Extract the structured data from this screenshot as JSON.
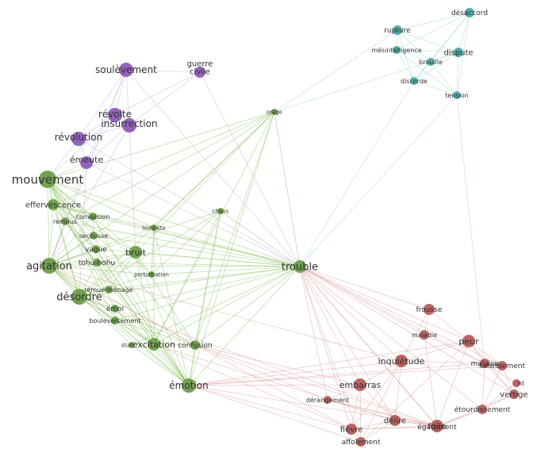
{
  "colors": {
    "purple": "#8e5bb8",
    "teal": "#4aa9a8",
    "green": "#6c9d4a",
    "red": "#b85c5c",
    "edge_purple": "#c9b4dd",
    "edge_teal": "#a7d7d6",
    "edge_green": "#8fc267",
    "edge_red": "#e0a7a7"
  },
  "nodes": [
    {
      "id": "soulevement",
      "label": "soulèvement",
      "group": "purple",
      "r": 9,
      "ls": 12
    },
    {
      "id": "guerre_civile",
      "label": "guerre\ncivile",
      "group": "purple",
      "r": 7,
      "ls": 10
    },
    {
      "id": "revolte",
      "label": "révolte",
      "group": "purple",
      "r": 9,
      "ls": 12
    },
    {
      "id": "insurrection",
      "label": "insurrection",
      "group": "purple",
      "r": 9,
      "ls": 12
    },
    {
      "id": "revolution",
      "label": "révolution",
      "group": "purple",
      "r": 9,
      "ls": 12
    },
    {
      "id": "emeute",
      "label": "émeute",
      "group": "purple",
      "r": 8,
      "ls": 11
    },
    {
      "id": "desaccord",
      "label": "désaccord",
      "group": "teal",
      "r": 6,
      "ls": 9
    },
    {
      "id": "rupture",
      "label": "rupture",
      "group": "teal",
      "r": 6,
      "ls": 9
    },
    {
      "id": "mesintelligence",
      "label": "mésintelligence",
      "group": "teal",
      "r": 5,
      "ls": 8
    },
    {
      "id": "dispute",
      "label": "dispute",
      "group": "teal",
      "r": 6,
      "ls": 10
    },
    {
      "id": "brouille",
      "label": "brouille",
      "group": "teal",
      "r": 5,
      "ls": 8
    },
    {
      "id": "discorde",
      "label": "discorde",
      "group": "teal",
      "r": 5,
      "ls": 8
    },
    {
      "id": "tension",
      "label": "tension",
      "group": "teal",
      "r": 5,
      "ls": 8
    },
    {
      "id": "orage",
      "label": "orage",
      "group": "green",
      "r": 4,
      "ls": 7
    },
    {
      "id": "mouvement",
      "label": "mouvement",
      "group": "green",
      "r": 11,
      "ls": 15
    },
    {
      "id": "effervescence",
      "label": "effervescence",
      "group": "green",
      "r": 7,
      "ls": 10
    },
    {
      "id": "remous",
      "label": "remous",
      "group": "green",
      "r": 5,
      "ls": 8
    },
    {
      "id": "convulsion",
      "label": "convulsion",
      "group": "green",
      "r": 5,
      "ls": 8
    },
    {
      "id": "chaos",
      "label": "chaos",
      "group": "green",
      "r": 4,
      "ls": 7
    },
    {
      "id": "tempete",
      "label": "tempête",
      "group": "green",
      "r": 4,
      "ls": 7
    },
    {
      "id": "secousse",
      "label": "secousse",
      "group": "green",
      "r": 5,
      "ls": 8
    },
    {
      "id": "vague",
      "label": "vague",
      "group": "green",
      "r": 5,
      "ls": 9
    },
    {
      "id": "bruit",
      "label": "bruit",
      "group": "green",
      "r": 8,
      "ls": 11
    },
    {
      "id": "tohu_bohu",
      "label": "tohu-bohu",
      "group": "green",
      "r": 5,
      "ls": 9
    },
    {
      "id": "agitation",
      "label": "agitation",
      "group": "green",
      "r": 10,
      "ls": 13
    },
    {
      "id": "trouble",
      "label": "trouble",
      "group": "green",
      "r": 8,
      "ls": 13
    },
    {
      "id": "perturbation",
      "label": "perturbation",
      "group": "green",
      "r": 4,
      "ls": 7
    },
    {
      "id": "remue_menage",
      "label": "remue-ménage",
      "group": "green",
      "r": 5,
      "ls": 8
    },
    {
      "id": "desordre",
      "label": "désordre",
      "group": "green",
      "r": 10,
      "ls": 13
    },
    {
      "id": "emoi",
      "label": "émoi",
      "group": "green",
      "r": 5,
      "ls": 9
    },
    {
      "id": "bouleversement",
      "label": "bouleversement",
      "group": "green",
      "r": 5,
      "ls": 8
    },
    {
      "id": "etat",
      "label": "état",
      "group": "green",
      "r": 4,
      "ls": 7
    },
    {
      "id": "excitation",
      "label": "excitation",
      "group": "green",
      "r": 8,
      "ls": 11
    },
    {
      "id": "confusion",
      "label": "confusion",
      "group": "green",
      "r": 6,
      "ls": 9
    },
    {
      "id": "emotion",
      "label": "émotion",
      "group": "green",
      "r": 9,
      "ls": 12
    },
    {
      "id": "frousse",
      "label": "frousse",
      "group": "red",
      "r": 7,
      "ls": 9
    },
    {
      "id": "maladie",
      "label": "maladie",
      "group": "red",
      "r": 6,
      "ls": 8
    },
    {
      "id": "peur",
      "label": "peur",
      "group": "red",
      "r": 8,
      "ls": 11
    },
    {
      "id": "inquietude",
      "label": "inquiétude",
      "group": "red",
      "r": 8,
      "ls": 11
    },
    {
      "id": "malaise",
      "label": "malaise",
      "group": "red",
      "r": 6,
      "ls": 9
    },
    {
      "id": "saisissement",
      "label": "saisissement",
      "group": "red",
      "r": 6,
      "ls": 9
    },
    {
      "id": "ht",
      "label": "ht",
      "group": "red",
      "r": 5,
      "ls": 8
    },
    {
      "id": "vertige",
      "label": "vertige",
      "group": "red",
      "r": 6,
      "ls": 10
    },
    {
      "id": "embarras",
      "label": "embarras",
      "group": "red",
      "r": 8,
      "ls": 11
    },
    {
      "id": "derangement",
      "label": "dérangement",
      "group": "red",
      "r": 5,
      "ls": 8
    },
    {
      "id": "etourdissement",
      "label": "étourdissement",
      "group": "red",
      "r": 6,
      "ls": 9
    },
    {
      "id": "delire",
      "label": "délire",
      "group": "red",
      "r": 7,
      "ls": 10
    },
    {
      "id": "folie",
      "label": "folie",
      "group": "red",
      "r": 8,
      "ls": 11
    },
    {
      "id": "egarement",
      "label": "égarement",
      "group": "red",
      "r": 6,
      "ls": 9
    },
    {
      "id": "fievre",
      "label": "fièvre",
      "group": "red",
      "r": 7,
      "ls": 10
    },
    {
      "id": "affolement",
      "label": "affolement",
      "group": "red",
      "r": 6,
      "ls": 9
    }
  ],
  "edges": [
    [
      "soulevement",
      "guerre_civile"
    ],
    [
      "soulevement",
      "revolte"
    ],
    [
      "soulevement",
      "insurrection"
    ],
    [
      "soulevement",
      "revolution"
    ],
    [
      "soulevement",
      "emeute"
    ],
    [
      "revolte",
      "insurrection"
    ],
    [
      "revolte",
      "revolution"
    ],
    [
      "revolte",
      "emeute"
    ],
    [
      "insurrection",
      "revolution"
    ],
    [
      "insurrection",
      "emeute"
    ],
    [
      "revolution",
      "emeute"
    ],
    [
      "guerre_civile",
      "trouble"
    ],
    [
      "guerre_civile",
      "revolte"
    ],
    [
      "guerre_civile",
      "insurrection"
    ],
    [
      "soulevement",
      "agitation"
    ],
    [
      "soulevement",
      "trouble"
    ],
    [
      "revolte",
      "mouvement"
    ],
    [
      "insurrection",
      "agitation"
    ],
    [
      "revolution",
      "mouvement"
    ],
    [
      "revolution",
      "trouble"
    ],
    [
      "emeute",
      "agitation"
    ],
    [
      "emeute",
      "mouvement"
    ],
    [
      "emeute",
      "trouble"
    ],
    [
      "emeute",
      "desordre"
    ],
    [
      "insurrection",
      "bruit"
    ],
    [
      "desaccord",
      "rupture"
    ],
    [
      "desaccord",
      "dispute"
    ],
    [
      "desaccord",
      "brouille"
    ],
    [
      "desaccord",
      "discorde"
    ],
    [
      "desaccord",
      "mesintelligence"
    ],
    [
      "desaccord",
      "tension"
    ],
    [
      "rupture",
      "mesintelligence"
    ],
    [
      "rupture",
      "dispute"
    ],
    [
      "rupture",
      "brouille"
    ],
    [
      "rupture",
      "discorde"
    ],
    [
      "mesintelligence",
      "dispute"
    ],
    [
      "mesintelligence",
      "brouille"
    ],
    [
      "mesintelligence",
      "discorde"
    ],
    [
      "mesintelligence",
      "tension"
    ],
    [
      "dispute",
      "brouille"
    ],
    [
      "dispute",
      "discorde"
    ],
    [
      "dispute",
      "tension"
    ],
    [
      "brouille",
      "discorde"
    ],
    [
      "brouille",
      "tension"
    ],
    [
      "discorde",
      "tension"
    ],
    [
      "orage",
      "dispute"
    ],
    [
      "orage",
      "rupture"
    ],
    [
      "trouble",
      "discorde"
    ],
    [
      "trouble",
      "tension"
    ],
    [
      "tension",
      "malaise"
    ],
    [
      "orage",
      "mouvement"
    ],
    [
      "orage",
      "agitation"
    ],
    [
      "orage",
      "desordre"
    ],
    [
      "orage",
      "effervescence"
    ],
    [
      "orage",
      "trouble"
    ],
    [
      "orage",
      "tempete"
    ],
    [
      "orage",
      "excitation"
    ],
    [
      "orage",
      "bruit"
    ],
    [
      "orage",
      "emotion"
    ],
    [
      "orage",
      "remous"
    ],
    [
      "orage",
      "confusion"
    ],
    [
      "trouble",
      "mouvement"
    ],
    [
      "trouble",
      "agitation"
    ],
    [
      "trouble",
      "desordre"
    ],
    [
      "trouble",
      "effervescence"
    ],
    [
      "trouble",
      "remous"
    ],
    [
      "trouble",
      "convulsion"
    ],
    [
      "trouble",
      "secousse"
    ],
    [
      "trouble",
      "vague"
    ],
    [
      "trouble",
      "bruit"
    ],
    [
      "trouble",
      "tohu_bohu"
    ],
    [
      "trouble",
      "perturbation"
    ],
    [
      "trouble",
      "remue_menage"
    ],
    [
      "trouble",
      "emoi"
    ],
    [
      "trouble",
      "bouleversement"
    ],
    [
      "trouble",
      "excitation"
    ],
    [
      "trouble",
      "confusion"
    ],
    [
      "trouble",
      "emotion"
    ],
    [
      "trouble",
      "chaos"
    ],
    [
      "trouble",
      "tempete"
    ],
    [
      "trouble",
      "etat"
    ],
    [
      "mouvement",
      "agitation"
    ],
    [
      "mouvement",
      "effervescence"
    ],
    [
      "mouvement",
      "remous"
    ],
    [
      "mouvement",
      "convulsion"
    ],
    [
      "mouvement",
      "secousse"
    ],
    [
      "mouvement",
      "vague"
    ],
    [
      "mouvement",
      "bruit"
    ],
    [
      "mouvement",
      "desordre"
    ],
    [
      "mouvement",
      "emoi"
    ],
    [
      "mouvement",
      "emotion"
    ],
    [
      "mouvement",
      "excitation"
    ],
    [
      "mouvement",
      "tempete"
    ],
    [
      "mouvement",
      "perturbation"
    ],
    [
      "mouvement",
      "remue_menage"
    ],
    [
      "mouvement",
      "bouleversement"
    ],
    [
      "mouvement",
      "confusion"
    ],
    [
      "agitation",
      "effervescence"
    ],
    [
      "agitation",
      "remous"
    ],
    [
      "agitation",
      "secousse"
    ],
    [
      "agitation",
      "vague"
    ],
    [
      "agitation",
      "bruit"
    ],
    [
      "agitation",
      "tohu_bohu"
    ],
    [
      "agitation",
      "desordre"
    ],
    [
      "agitation",
      "emoi"
    ],
    [
      "agitation",
      "emotion"
    ],
    [
      "agitation",
      "excitation"
    ],
    [
      "agitation",
      "remue_menage"
    ],
    [
      "agitation",
      "bouleversement"
    ],
    [
      "agitation",
      "confusion"
    ],
    [
      "agitation",
      "tempete"
    ],
    [
      "agitation",
      "convulsion"
    ],
    [
      "agitation",
      "perturbation"
    ],
    [
      "agitation",
      "etat"
    ],
    [
      "agitation",
      "chaos"
    ],
    [
      "desordre",
      "effervescence"
    ],
    [
      "desordre",
      "bruit"
    ],
    [
      "desordre",
      "tohu_bohu"
    ],
    [
      "desordre",
      "emoi"
    ],
    [
      "desordre",
      "emotion"
    ],
    [
      "desordre",
      "excitation"
    ],
    [
      "desordre",
      "confusion"
    ],
    [
      "desordre",
      "chaos"
    ],
    [
      "desordre",
      "remue_menage"
    ],
    [
      "desordre",
      "bouleversement"
    ],
    [
      "desordre",
      "perturbation"
    ],
    [
      "effervescence",
      "excitation"
    ],
    [
      "effervescence",
      "emotion"
    ],
    [
      "effervescence",
      "bruit"
    ],
    [
      "effervescence",
      "tempete"
    ],
    [
      "effervescence",
      "convulsion"
    ],
    [
      "emotion",
      "emoi"
    ],
    [
      "emotion",
      "excitation"
    ],
    [
      "emotion",
      "bouleversement"
    ],
    [
      "emotion",
      "secousse"
    ],
    [
      "emotion",
      "tempete"
    ],
    [
      "emotion",
      "chaos"
    ],
    [
      "emotion",
      "confusion"
    ],
    [
      "emotion",
      "convulsion"
    ],
    [
      "emotion",
      "remous"
    ],
    [
      "emotion",
      "vague"
    ],
    [
      "emotion",
      "bruit"
    ],
    [
      "emotion",
      "etat"
    ],
    [
      "excitation",
      "emoi"
    ],
    [
      "excitation",
      "bouleversement"
    ],
    [
      "excitation",
      "confusion"
    ],
    [
      "excitation",
      "bruit"
    ],
    [
      "excitation",
      "chaos"
    ],
    [
      "excitation",
      "tempete"
    ],
    [
      "bruit",
      "tohu_bohu"
    ],
    [
      "bruit",
      "remue_menage"
    ],
    [
      "bruit",
      "confusion"
    ],
    [
      "chaos",
      "confusion"
    ],
    [
      "chaos",
      "perturbation"
    ],
    [
      "tempete",
      "perturbation"
    ],
    [
      "vague",
      "remous"
    ],
    [
      "secousse",
      "convulsion"
    ],
    [
      "emoi",
      "bouleversement"
    ],
    [
      "confusion",
      "bouleversement"
    ],
    [
      "trouble",
      "inquietude"
    ],
    [
      "trouble",
      "embarras"
    ],
    [
      "trouble",
      "peur"
    ],
    [
      "trouble",
      "malaise"
    ],
    [
      "trouble",
      "frousse"
    ],
    [
      "trouble",
      "folie"
    ],
    [
      "trouble",
      "delire"
    ],
    [
      "trouble",
      "fievre"
    ],
    [
      "trouble",
      "affolement"
    ],
    [
      "trouble",
      "egarement"
    ],
    [
      "trouble",
      "derangement"
    ],
    [
      "trouble",
      "etourdissement"
    ],
    [
      "trouble",
      "maladie"
    ],
    [
      "trouble",
      "vertige"
    ],
    [
      "trouble",
      "saisissement"
    ],
    [
      "emotion",
      "inquietude"
    ],
    [
      "emotion",
      "embarras"
    ],
    [
      "emotion",
      "peur"
    ],
    [
      "emotion",
      "fievre"
    ],
    [
      "emotion",
      "affolement"
    ],
    [
      "emotion",
      "saisissement"
    ],
    [
      "emotion",
      "malaise"
    ],
    [
      "emotion",
      "folie"
    ],
    [
      "agitation",
      "fievre"
    ],
    [
      "agitation",
      "inquietude"
    ],
    [
      "desordre",
      "folie"
    ],
    [
      "excitation",
      "delire"
    ],
    [
      "excitation",
      "fievre"
    ],
    [
      "confusion",
      "embarras"
    ],
    [
      "confusion",
      "egarement"
    ],
    [
      "confusion",
      "derangement"
    ],
    [
      "frousse",
      "peur"
    ],
    [
      "frousse",
      "maladie"
    ],
    [
      "frousse",
      "inquietude"
    ],
    [
      "maladie",
      "malaise"
    ],
    [
      "maladie",
      "folie"
    ],
    [
      "peur",
      "inquietude"
    ],
    [
      "peur",
      "saisissement"
    ],
    [
      "peur",
      "malaise"
    ],
    [
      "peur",
      "vertige"
    ],
    [
      "peur",
      "affolement"
    ],
    [
      "peur",
      "folie"
    ],
    [
      "inquietude",
      "embarras"
    ],
    [
      "inquietude",
      "malaise"
    ],
    [
      "inquietude",
      "affolement"
    ],
    [
      "inquietude",
      "fievre"
    ],
    [
      "inquietude",
      "delire"
    ],
    [
      "malaise",
      "vertige"
    ],
    [
      "malaise",
      "saisissement"
    ],
    [
      "malaise",
      "etourdissement"
    ],
    [
      "malaise",
      "ht"
    ],
    [
      "saisissement",
      "vertige"
    ],
    [
      "saisissement",
      "etourdissement"
    ],
    [
      "ht",
      "vertige"
    ],
    [
      "vertige",
      "etourdissement"
    ],
    [
      "vertige",
      "folie"
    ],
    [
      "embarras",
      "derangement"
    ],
    [
      "embarras",
      "delire"
    ],
    [
      "embarras",
      "fievre"
    ],
    [
      "embarras",
      "affolement"
    ],
    [
      "derangement",
      "folie"
    ],
    [
      "derangement",
      "delire"
    ],
    [
      "derangement",
      "egarement"
    ],
    [
      "delire",
      "folie"
    ],
    [
      "delire",
      "fievre"
    ],
    [
      "delire",
      "egarement"
    ],
    [
      "delire",
      "affolement"
    ],
    [
      "folie",
      "egarement"
    ],
    [
      "folie",
      "fievre"
    ],
    [
      "folie",
      "etourdissement"
    ],
    [
      "egarement",
      "etourdissement"
    ],
    [
      "fievre",
      "affolement"
    ],
    [
      "fievre",
      "egarement"
    ],
    [
      "etourdissement",
      "ht"
    ]
  ]
}
